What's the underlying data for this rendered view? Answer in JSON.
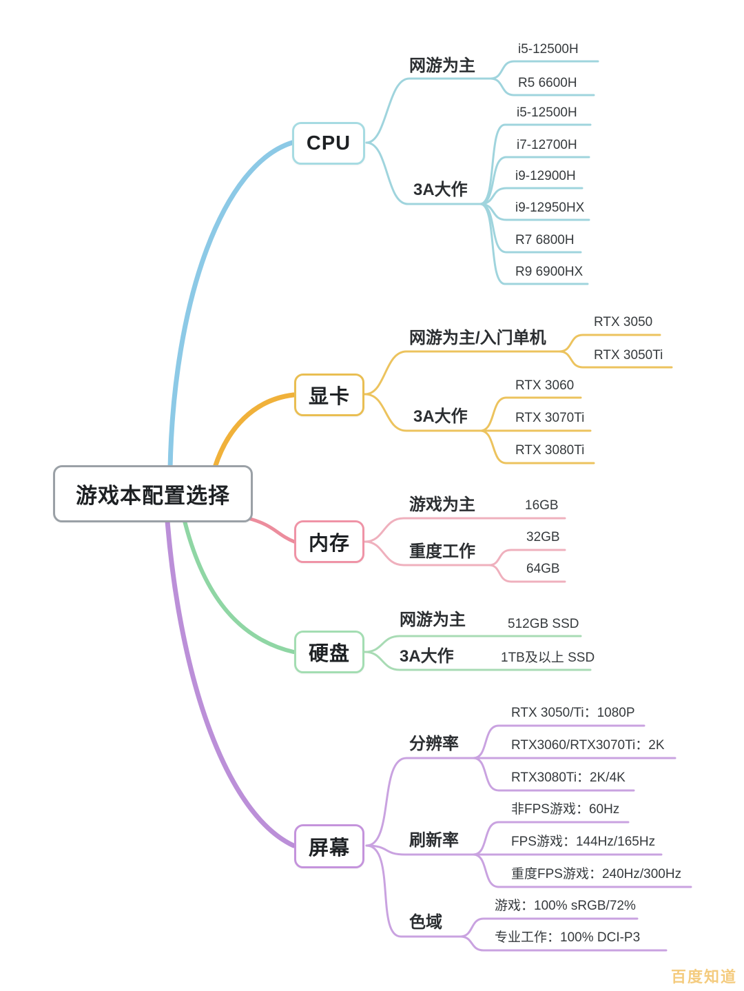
{
  "title": "游戏本配置选择",
  "watermark": "百度知道",
  "colors": {
    "root_border": "#9aa0a6",
    "watermark": "#f2bf5e"
  },
  "branches": [
    {
      "label": "CPU",
      "node_color": "#a6dbe2",
      "trunk_color": "#8cc9e6",
      "color": "#9fd4dd",
      "groups": [
        {
          "label": "网游为主",
          "leaves": [
            "i5-12500H",
            "R5 6600H"
          ]
        },
        {
          "label": "3A大作",
          "leaves": [
            "i5-12500H",
            "i7-12700H",
            "i9-12900H",
            "i9-12950HX",
            "R7 6800H",
            "R9 6900HX"
          ]
        }
      ]
    },
    {
      "label": "显卡",
      "node_color": "#e9be52",
      "trunk_color": "#f0b13a",
      "color": "#ecc35e",
      "groups": [
        {
          "label": "网游为主/入门单机",
          "leaves": [
            "RTX 3050",
            "RTX 3050Ti"
          ]
        },
        {
          "label": "3A大作",
          "leaves": [
            "RTX 3060",
            "RTX 3070Ti",
            "RTX 3080Ti"
          ]
        }
      ]
    },
    {
      "label": "内存",
      "node_color": "#ef93a6",
      "trunk_color": "#ec8d9d",
      "color": "#efb0bd",
      "groups": [
        {
          "label": "游戏为主",
          "leaves": [
            "16GB"
          ]
        },
        {
          "label": "重度工作",
          "leaves": [
            "32GB",
            "64GB"
          ]
        }
      ]
    },
    {
      "label": "硬盘",
      "node_color": "#a3ddb2",
      "trunk_color": "#8fd6a4",
      "color": "#a8dbb4",
      "groups": [
        {
          "label": "网游为主",
          "leaves": [
            "512GB SSD"
          ]
        },
        {
          "label": "3A大作",
          "leaves": [
            "1TB及以上 SSD"
          ]
        }
      ]
    },
    {
      "label": "屏幕",
      "node_color": "#c493dc",
      "trunk_color": "#bb8fd8",
      "color": "#c9a2e0",
      "groups": [
        {
          "label": "分辨率",
          "leaves": [
            "RTX 3050/Ti：1080P",
            "RTX3060/RTX3070Ti：2K",
            "RTX3080Ti：2K/4K"
          ]
        },
        {
          "label": "刷新率",
          "leaves": [
            "非FPS游戏：60Hz",
            "FPS游戏：144Hz/165Hz",
            "重度FPS游戏：240Hz/300Hz"
          ]
        },
        {
          "label": "色域",
          "leaves": [
            "游戏：100% sRGB/72%",
            "专业工作：100% DCI-P3"
          ]
        }
      ]
    }
  ]
}
